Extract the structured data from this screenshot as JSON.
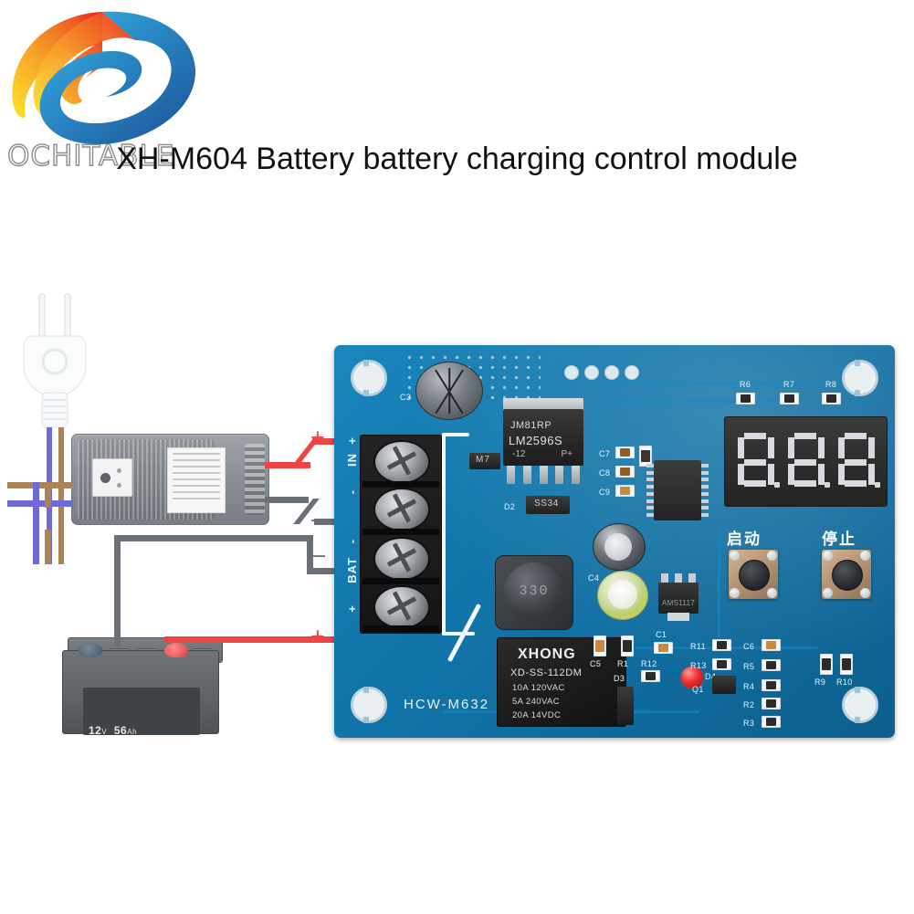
{
  "header": {
    "title": "XH-M604 Battery battery charging control module",
    "watermark": "OCHITABLE",
    "logo_name": "swirl-logo"
  },
  "diagram": {
    "plug_name": "ac-power-plug",
    "adapter_name": "power-adapter",
    "battery_name": "car-battery",
    "battery_spec_value": "12",
    "battery_spec_unit": "V",
    "battery_capacity_value": "56",
    "battery_capacity_unit": "Ah",
    "wire_labels": {
      "in_plus": "+",
      "in_minus": "–",
      "bat_minus": "–",
      "bat_plus": "+"
    },
    "colors": {
      "positive_wire": "#ef4444",
      "negative_wire": "#6b7076",
      "plug_live_wire": "#8a6d4a",
      "plug_neutral_wire": "#6f6ad8"
    }
  },
  "pcb": {
    "board_label": "HCW-M632",
    "board_color": "#0f6d9f",
    "terminals": [
      {
        "label": "+",
        "name": "terminal-in-plus"
      },
      {
        "label": "IN",
        "name": "terminal-in"
      },
      {
        "label": "-",
        "name": "terminal-in-minus"
      },
      {
        "label": "-",
        "name": "terminal-bat-minus"
      },
      {
        "label": "BAT",
        "name": "terminal-bat"
      },
      {
        "label": "+",
        "name": "terminal-bat-plus"
      }
    ],
    "terminal_text": {
      "in_plus": "+",
      "in": "IN",
      "in_minus": "-",
      "bat_minus": "-",
      "bat": "BAT",
      "bat_plus": "+"
    },
    "regulator": {
      "line1": "JM81RP",
      "line2": "LM2596S",
      "line3": "-12",
      "line4": "P+"
    },
    "inductor_marking": "330",
    "relay": {
      "brand": "XHONG",
      "model": "XD-SS-112DM",
      "rating1": "10A   120VAC",
      "rating2": "5A    240VAC",
      "rating3": "20A   14VDC"
    },
    "regulator_small": "AMS1117",
    "diode_d2": {
      "ref": "D2",
      "marking": "SS34"
    },
    "diode_d3_ref": "D3",
    "diode_zener_marking": "M7",
    "led_ref": "D4",
    "transistor_ref": "Q1",
    "display": {
      "digits": [
        "8",
        "8",
        "8"
      ],
      "name": "seven-segment-display",
      "segment_color": "#d7dade"
    },
    "buttons": [
      {
        "label": "启动",
        "name": "start-button"
      },
      {
        "label": "停止",
        "name": "stop-button"
      }
    ],
    "silkscreen_refs": {
      "c1": "C1",
      "c3": "C3",
      "c4": "C4",
      "c5": "C5",
      "c6": "C6",
      "c7": "C7",
      "c8": "C8",
      "c9": "C9",
      "r1": "R1",
      "r2": "R2",
      "r3": "R3",
      "r4": "R4",
      "r5": "R5",
      "r6": "R6",
      "r7": "R7",
      "r8": "R8",
      "r9": "R9",
      "r10": "R10",
      "r11": "R11",
      "r12": "R12",
      "r13": "R13"
    }
  }
}
